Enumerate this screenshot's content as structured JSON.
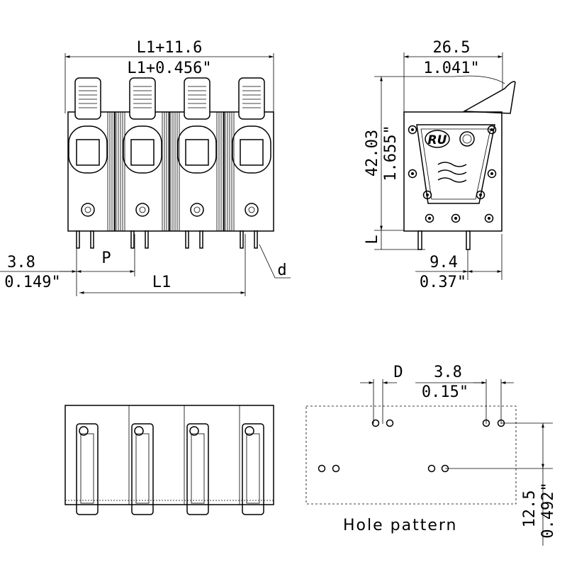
{
  "front_view": {
    "overall_mm": "L1+11.6",
    "overall_in": "L1+0.456\"",
    "offset_mm": "3.8",
    "offset_in": "0.149\"",
    "pitch": "P",
    "length": "L1",
    "pin_dia": "d"
  },
  "side_view": {
    "depth_mm": "26.5",
    "depth_in": "1.041\"",
    "height_mm": "42.03",
    "height_in": "1.655\"",
    "pin_len": "L",
    "pin_offset_mm": "9.4",
    "pin_offset_in": "0.37\""
  },
  "hole_pattern": {
    "hole_dia": "D",
    "spacing_mm": "3.8",
    "spacing_in": "0.15\"",
    "row_mm": "12.5",
    "row_in": "0.492\"",
    "caption": "Hole pattern"
  },
  "colors": {
    "line": "#000000",
    "background": "#ffffff"
  },
  "counts": {
    "poles": 4
  }
}
